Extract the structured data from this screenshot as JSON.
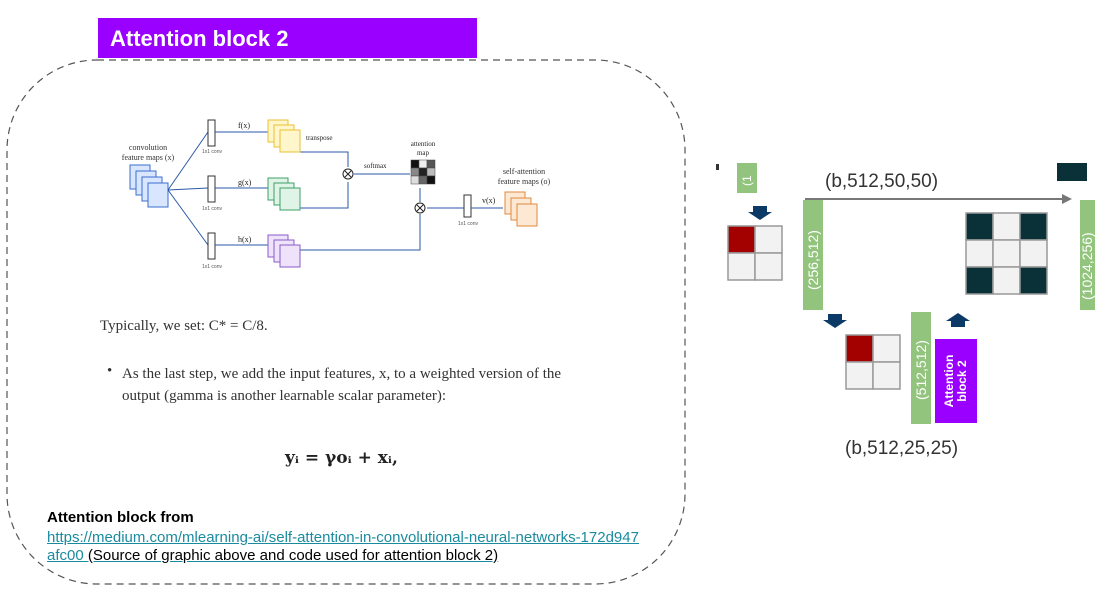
{
  "title": "Attention block 2",
  "figure": {
    "input_label_line1": "convolution",
    "input_label_line2": "feature maps (x)",
    "f_label": "f(x)",
    "g_label": "g(x)",
    "h_label": "h(x)",
    "conv_label": "1x1 conv",
    "transpose_label": "transpose",
    "softmax_label": "softmax",
    "attention_map_line1": "attention",
    "attention_map_line2": "map",
    "v_label": "v(x)",
    "output_label_line1": "self-attention",
    "output_label_line2": "feature maps (o)"
  },
  "text": {
    "typically": "Typically, we set: C* = C/8.",
    "bullet": "As the last step, we add the input features, x, to a weighted version of the output (gamma is another learnable scalar parameter):",
    "formula": "yᵢ = γoᵢ + xᵢ,"
  },
  "source": {
    "heading": "Attention block from",
    "url": "https://medium.com/mlearning-ai/self-attention-in-convolutional-neural-networks-172d947afc00",
    "note": "(Source of graphic above and code used for attention block 2)"
  },
  "right_diagram": {
    "top_label": "(b,512,50,50)",
    "bottom_label": "(b,512,25,25)",
    "bar_tall_label": "(256,512)",
    "bar_mid_label": "(512,512)",
    "bar_small_label": "(1",
    "bar_right_label": "(1024,256)",
    "block_label": "Attention block 2"
  },
  "colors": {
    "purple": "#9900ff",
    "green": "#93c47d",
    "dark_teal": "#0b3138",
    "dark_red": "#a30000",
    "arrow_blue": "#0b3a66",
    "link": "#1a8b9f"
  }
}
